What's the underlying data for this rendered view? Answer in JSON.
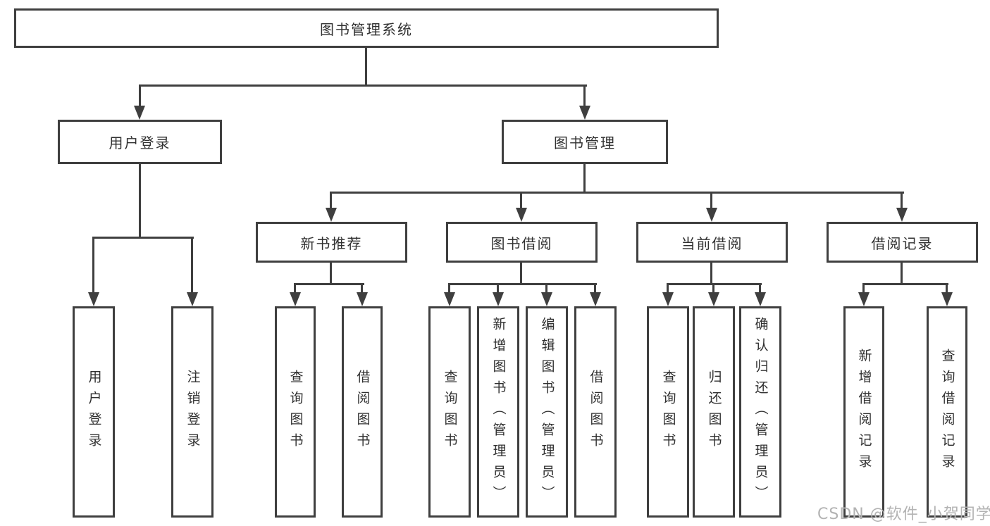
{
  "diagram": {
    "root": "图书管理系统",
    "level2": {
      "user_login": "用户登录",
      "book_mgmt": "图书管理"
    },
    "level3": {
      "new_book_rec": "新书推荐",
      "book_borrow": "图书借阅",
      "current_borrow": "当前借阅",
      "borrow_records": "借阅记录"
    },
    "leaves": {
      "user_login_children": [
        "用户登录",
        "注销登录"
      ],
      "new_book_rec_children": [
        "查询图书",
        "借阅图书"
      ],
      "book_borrow_children": [
        "查询图书",
        "新增图书（管理员）",
        "编辑图书（管理员）",
        "借阅图书"
      ],
      "current_borrow_children": [
        "查询图书",
        "归还图书",
        "确认归还（管理员）"
      ],
      "borrow_records_children": [
        "新增借阅记录",
        "查询借阅记录"
      ]
    }
  },
  "watermark": "CSDN @软件_小贺同学",
  "colors": {
    "line": "#3f3f3f",
    "text": "#303030",
    "watermark": "#b3b3b3",
    "background": "#ffffff"
  }
}
